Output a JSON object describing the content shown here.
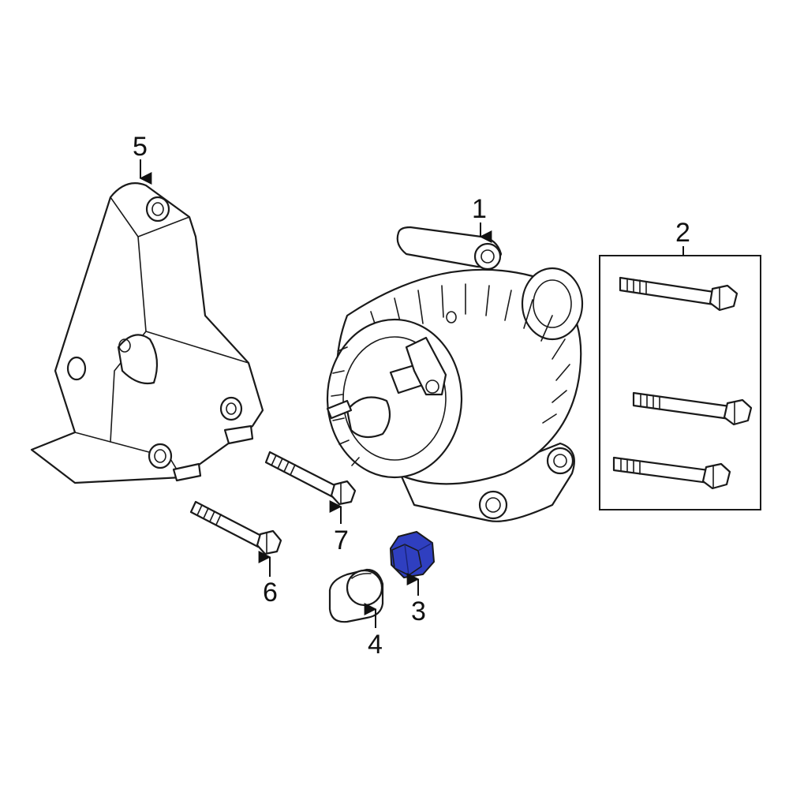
{
  "callouts": [
    {
      "id": "1",
      "label": "1"
    },
    {
      "id": "2",
      "label": "2"
    },
    {
      "id": "3",
      "label": "3"
    },
    {
      "id": "4",
      "label": "4"
    },
    {
      "id": "5",
      "label": "5"
    },
    {
      "id": "6",
      "label": "6"
    },
    {
      "id": "7",
      "label": "7"
    }
  ],
  "colors": {
    "highlight": "#2f3fc0",
    "highlight_dark": "#1a2478",
    "stroke": "#1a1a1a",
    "background": "#ffffff"
  },
  "highlighted_part": "3"
}
